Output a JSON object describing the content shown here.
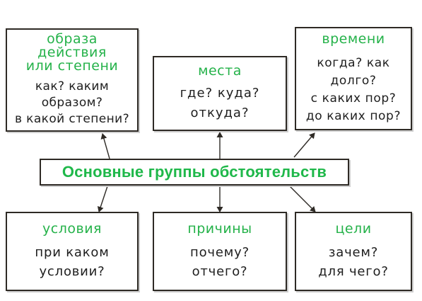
{
  "colors": {
    "heading": "#25b24a",
    "title": "#1fb84a",
    "text": "#1e1e1e",
    "border": "#2e2a25"
  },
  "center": {
    "title": "Основные группы обстоятельств"
  },
  "boxes": {
    "manner": {
      "heading": [
        "образа",
        "действия",
        "или степени"
      ],
      "questions": [
        "как? каким",
        "образом?",
        "в какой степени?"
      ]
    },
    "place": {
      "heading": [
        "места"
      ],
      "questions": [
        "где? куда?",
        "откуда?"
      ]
    },
    "time": {
      "heading": [
        "времени"
      ],
      "questions": [
        "когда? как долго?",
        "с каких пор?",
        "до каких пор?"
      ]
    },
    "condition": {
      "heading": [
        "условия"
      ],
      "questions": [
        "при каком",
        "условии?"
      ]
    },
    "cause": {
      "heading": [
        "причины"
      ],
      "questions": [
        "почему?",
        "отчего?"
      ]
    },
    "purpose": {
      "heading": [
        "цели"
      ],
      "questions": [
        "зачем?",
        "для чего?"
      ]
    }
  }
}
